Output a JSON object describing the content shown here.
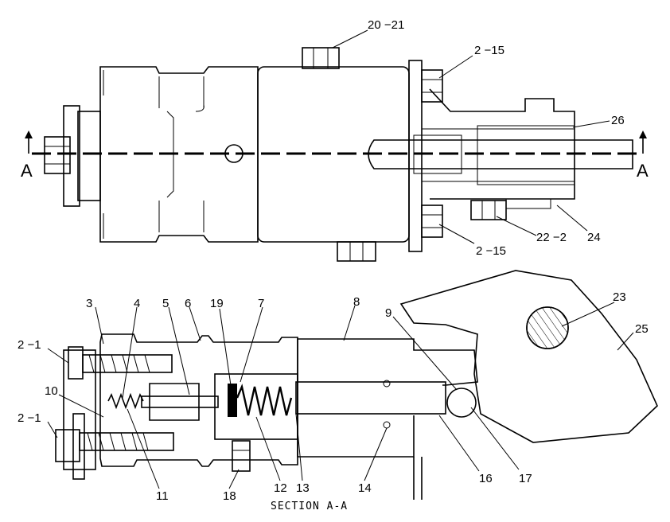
{
  "section_marker": "A",
  "caption": "SECTION A-A",
  "top_callouts": {
    "c20_21": "20 −21",
    "c2_15_top": "2 −15",
    "c26": "26",
    "c22_2": "22 −2",
    "c24": "24",
    "c2_15_bottom": "2 −15"
  },
  "section_callouts": {
    "c3": "3",
    "c4": "4",
    "c5": "5",
    "c6": "6",
    "c19": "19",
    "c7": "7",
    "c8": "8",
    "c9": "9",
    "c23": "23",
    "c25": "25",
    "c2_1_top": "2 −1",
    "c10": "10",
    "c2_1_bottom": "2 −1",
    "c11": "11",
    "c18": "18",
    "c12": "12",
    "c13": "13",
    "c14": "14",
    "c16": "16",
    "c17": "17"
  }
}
